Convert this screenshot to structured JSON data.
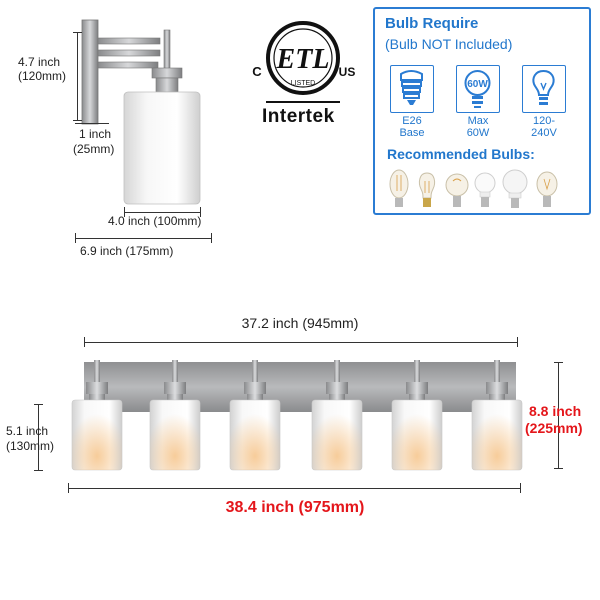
{
  "single_fixture": {
    "height_label_inch": "4.7 inch",
    "height_label_mm": "(120mm)",
    "projection_label_inch": "1 inch",
    "projection_label_mm": "(25mm)",
    "shade_width_label": "4.0 inch  (100mm)",
    "total_depth_label": "6.9 inch  (175mm)"
  },
  "certification": {
    "left_mark": "C",
    "right_mark": "US",
    "logo_text": "ETL",
    "sub_text": "LISTED",
    "intertek": "Intertek"
  },
  "bulb_panel": {
    "title": "Bulb Require",
    "subtitle": "(Bulb NOT Included)",
    "specs": [
      {
        "icon": "e26-base-icon",
        "line1": "E26",
        "line2": "Base"
      },
      {
        "icon": "max-wattage-icon",
        "badge": "60W",
        "line1": "Max",
        "line2": "60W"
      },
      {
        "icon": "lightbulb-icon",
        "line1": "120-",
        "line2": "240V"
      }
    ],
    "recommended_title": "Recommended Bulbs:",
    "recommended_bulbs": [
      "edison-filament-bulb",
      "a19-filament-bulb",
      "globe-filament-bulb",
      "led-bulb",
      "a19-led-bulb",
      "clear-filament-bulb"
    ]
  },
  "long_fixture": {
    "backplate_width": "37.2 inch (945mm)",
    "shade_height_inch": "5.1 inch",
    "shade_height_mm": "(130mm)",
    "total_height_inch": "8.8 inch",
    "total_height_mm": "(225mm)",
    "total_width": "38.4 inch (975mm)",
    "shade_count": 6
  },
  "colors": {
    "accent_blue": "#2b7cd3",
    "red": "#e4161b",
    "brushed_nickel": "#a7a8aa",
    "glass": "#f2f2f2",
    "warm_glow": "#f2b872"
  }
}
